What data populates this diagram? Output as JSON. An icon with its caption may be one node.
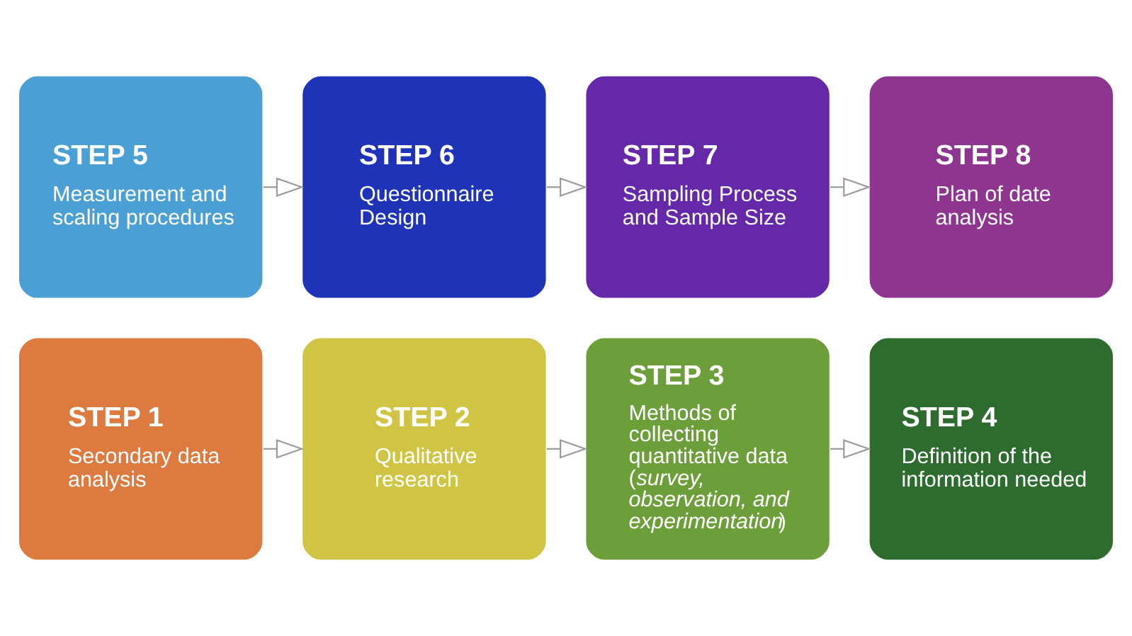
{
  "diagram": {
    "nodes": [
      {
        "text": [
          "STEP 1",
          "Secondary data analysis"
        ]
      },
      {
        "text": [
          "STEP 2",
          "Qualitative research"
        ]
      },
      {
        "text": [
          "STEP 3",
          "Methods of collecting quantitative data (*survey, observation, and experimentation*)"
        ]
      },
      {
        "text": [
          "STEP 4",
          "Definition of the information needed"
        ]
      },
      {
        "text": [
          "STEP 5",
          "Measurement and scaling procedures"
        ]
      },
      {
        "text": [
          "STEP 6",
          "Questionnaire Design"
        ]
      },
      {
        "text": [
          "STEP 7",
          "Sampling Process and Sample Size"
        ]
      },
      {
        "text": [
          "STEP 8",
          "Plan of date analysis"
        ]
      }
    ],
    "edges": [
      {
        "from": 0,
        "to": 1,
        "arrow": "to"
      },
      {
        "from": 1,
        "to": 2,
        "arrow": "to"
      },
      {
        "from": 2,
        "to": 3,
        "arrow": "to"
      },
      {
        "from": 4,
        "to": 5,
        "arrow": "to"
      },
      {
        "from": 5,
        "to": 6,
        "arrow": "to"
      },
      {
        "from": 6,
        "to": 7,
        "arrow": "to"
      }
    ]
  }
}
